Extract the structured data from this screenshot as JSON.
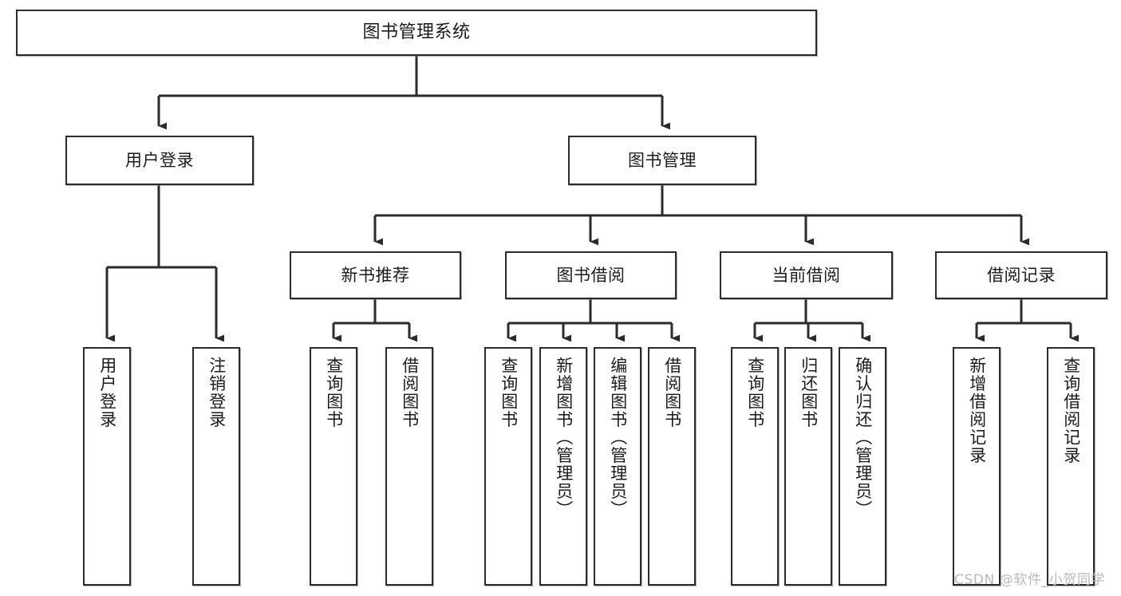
{
  "diagram": {
    "title": "图书管理系统",
    "type": "tree",
    "watermark": "CSDN @软件_小贺同学",
    "colors": {
      "stroke": "#2b2b2b",
      "fill": "#ffffff",
      "text": "#1b1b1b",
      "watermark": "#b9b9b9"
    },
    "levels": {
      "root": {
        "label": "图书管理系统"
      },
      "level2": [
        {
          "id": "user-login",
          "label": "用户登录"
        },
        {
          "id": "book-manage",
          "label": "图书管理"
        }
      ],
      "level3": [
        {
          "id": "new-book-recommend",
          "label": "新书推荐"
        },
        {
          "id": "book-borrow",
          "label": "图书借阅"
        },
        {
          "id": "current-borrow",
          "label": "当前借阅"
        },
        {
          "id": "borrow-record",
          "label": "借阅记录"
        }
      ],
      "leaves": [
        {
          "id": "leaf-user-login",
          "label": "用户登录",
          "parent": "user-login"
        },
        {
          "id": "leaf-logout",
          "label": "注销登录",
          "parent": "user-login"
        },
        {
          "id": "leaf-query-book-1",
          "label": "查询图书",
          "parent": "new-book-recommend"
        },
        {
          "id": "leaf-borrow-book-1",
          "label": "借阅图书",
          "parent": "new-book-recommend"
        },
        {
          "id": "leaf-query-book-2",
          "label": "查询图书",
          "parent": "book-borrow"
        },
        {
          "id": "leaf-add-book",
          "label": "新增图书（管理员）",
          "parent": "book-borrow"
        },
        {
          "id": "leaf-edit-book",
          "label": "编辑图书（管理员）",
          "parent": "book-borrow"
        },
        {
          "id": "leaf-borrow-book-2",
          "label": "借阅图书",
          "parent": "book-borrow"
        },
        {
          "id": "leaf-query-book-3",
          "label": "查询图书",
          "parent": "current-borrow"
        },
        {
          "id": "leaf-return-book",
          "label": "归还图书",
          "parent": "current-borrow"
        },
        {
          "id": "leaf-confirm-return",
          "label": "确认归还（管理员）",
          "parent": "current-borrow"
        },
        {
          "id": "leaf-add-record",
          "label": "新增借阅记录",
          "parent": "borrow-record"
        },
        {
          "id": "leaf-query-record",
          "label": "查询借阅记录",
          "parent": "borrow-record"
        }
      ]
    }
  }
}
